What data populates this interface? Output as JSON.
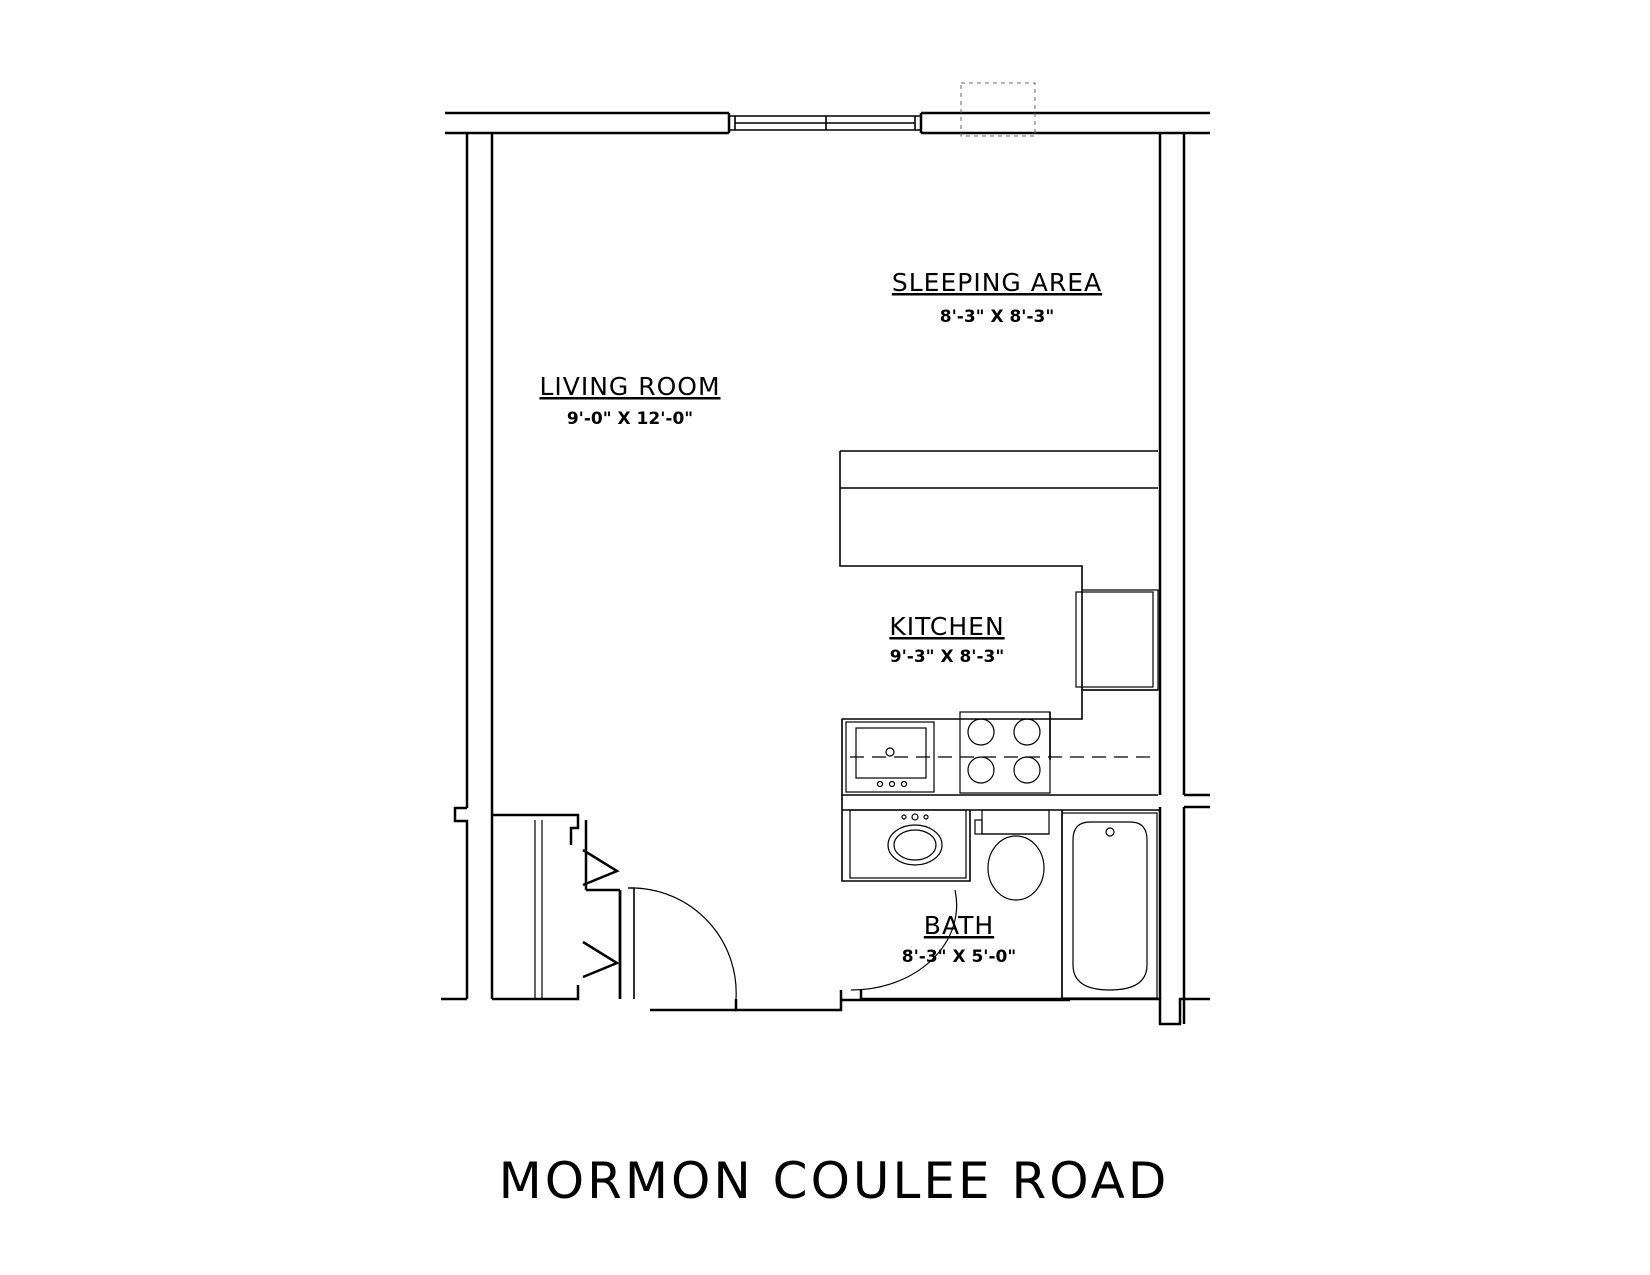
{
  "title": "MORMON COULEE ROAD",
  "rooms": {
    "sleeping": {
      "name": "SLEEPING AREA",
      "dims": "8'-3\" X 8'-3\""
    },
    "living": {
      "name": "LIVING ROOM",
      "dims": "9'-0\" X 12'-0\""
    },
    "kitchen": {
      "name": "KITCHEN",
      "dims": "9'-3\" X 8'-3\""
    },
    "bath": {
      "name": "BATH",
      "dims": "8'-3\" X 5'-0\""
    }
  }
}
